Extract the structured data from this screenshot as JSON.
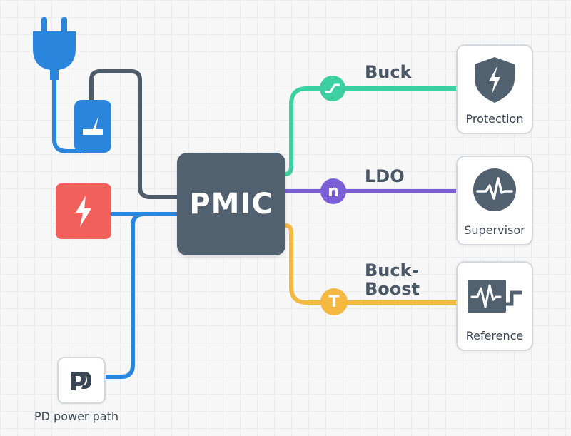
{
  "center": {
    "label": "PMIC"
  },
  "rails": [
    {
      "label": "Buck",
      "node_glyph": "",
      "color": "#3ccfa0",
      "node_icon": "switch-waveform-icon"
    },
    {
      "label": "LDO",
      "node_glyph": "n",
      "color": "#7b5fd8"
    },
    {
      "label_line1": "Buck-",
      "label_line2": "Boost",
      "node_glyph": "T",
      "color": "#f5b841"
    }
  ],
  "modules": [
    {
      "label": "Protection",
      "icon": "shield-bolt-icon"
    },
    {
      "label": "Supervisor",
      "icon": "heartbeat-waveform-icon"
    },
    {
      "label": "Reference",
      "icon": "reference-waveform-icon"
    }
  ],
  "inputs": {
    "plug_icon": "power-plug-icon",
    "adapter_icon": "power-adapter-icon",
    "battery_icon": "lightning-bolt-icon",
    "pd_icon": "pd-logo-icon",
    "pd_caption": "PD power path"
  },
  "colors": {
    "pmic": "#526170",
    "blue": "#2a86dd",
    "dark_wire": "#4e5b69",
    "red": "#f2605b",
    "green": "#3ccfa0",
    "purple": "#7b5fd8",
    "orange": "#f5b841"
  }
}
